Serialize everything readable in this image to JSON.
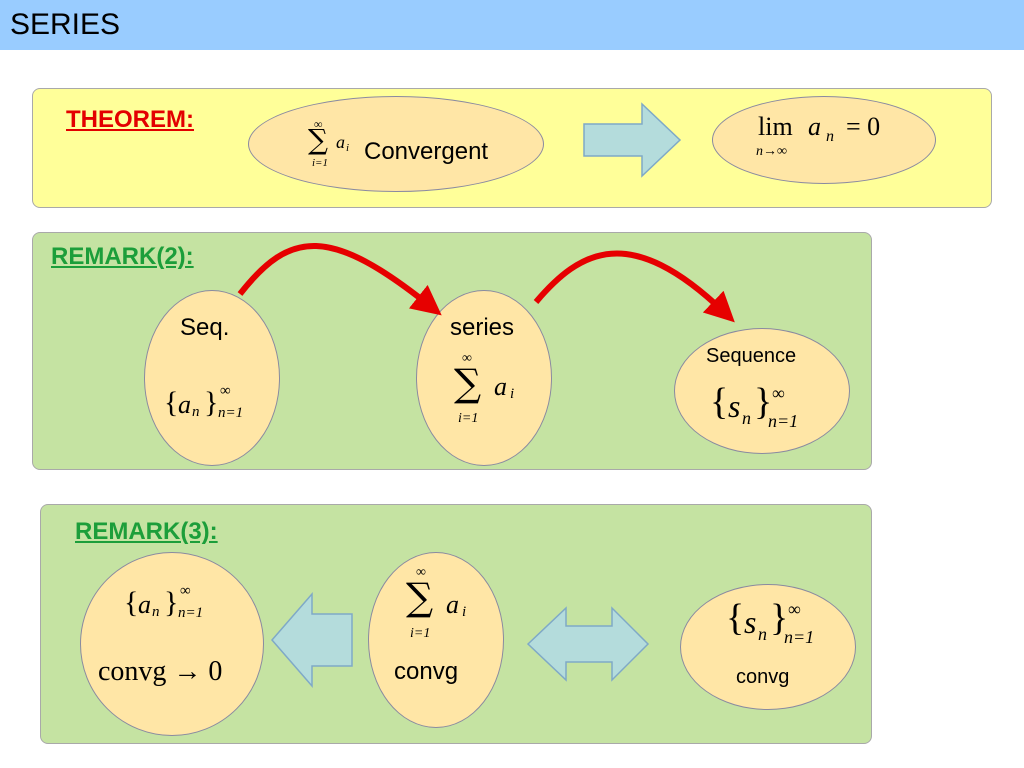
{
  "header": {
    "title": "SERIES"
  },
  "theorem": {
    "label": "THEOREM:",
    "left_text": "Convergent",
    "sum_upper": "∞",
    "sum_lower": "i=1",
    "sum_term": "a",
    "sum_sub": "i",
    "limit_text": "lim",
    "limit_var": "a",
    "limit_sub": "n",
    "limit_equals": "= 0",
    "limit_under": "n→∞"
  },
  "remark2": {
    "label": "REMARK(2):",
    "seq_title": "Seq.",
    "seq_term": "a",
    "seq_sub": "n",
    "seq_upper": "∞",
    "seq_lower": "n=1",
    "series_title": "series",
    "series_upper": "∞",
    "series_lower": "i=1",
    "series_term": "a",
    "series_sub": "i",
    "sequence_title": "Sequence",
    "sequence_term": "s",
    "sequence_sub": "n",
    "sequence_upper": "∞",
    "sequence_lower": "n=1"
  },
  "remark3": {
    "label": "REMARK(3):",
    "left_term": "a",
    "left_sub": "n",
    "left_upper": "∞",
    "left_lower": "n=1",
    "left_result": "convg → 0",
    "mid_upper": "∞",
    "mid_lower": "i=1",
    "mid_term": "a",
    "mid_sub": "i",
    "mid_text": "convg",
    "right_term": "s",
    "right_sub": "n",
    "right_upper": "∞",
    "right_lower": "n=1",
    "right_text": "convg"
  },
  "colors": {
    "header": "#99ccff",
    "theorem_panel": "#ffff99",
    "remark_panel": "#c5e3a2",
    "ellipse": "#ffe6a6",
    "arrow_block": "#b4dcdc",
    "curve_arrow": "#e60000",
    "theorem_label": "#e30000",
    "remark_label": "#1c9e3a"
  }
}
